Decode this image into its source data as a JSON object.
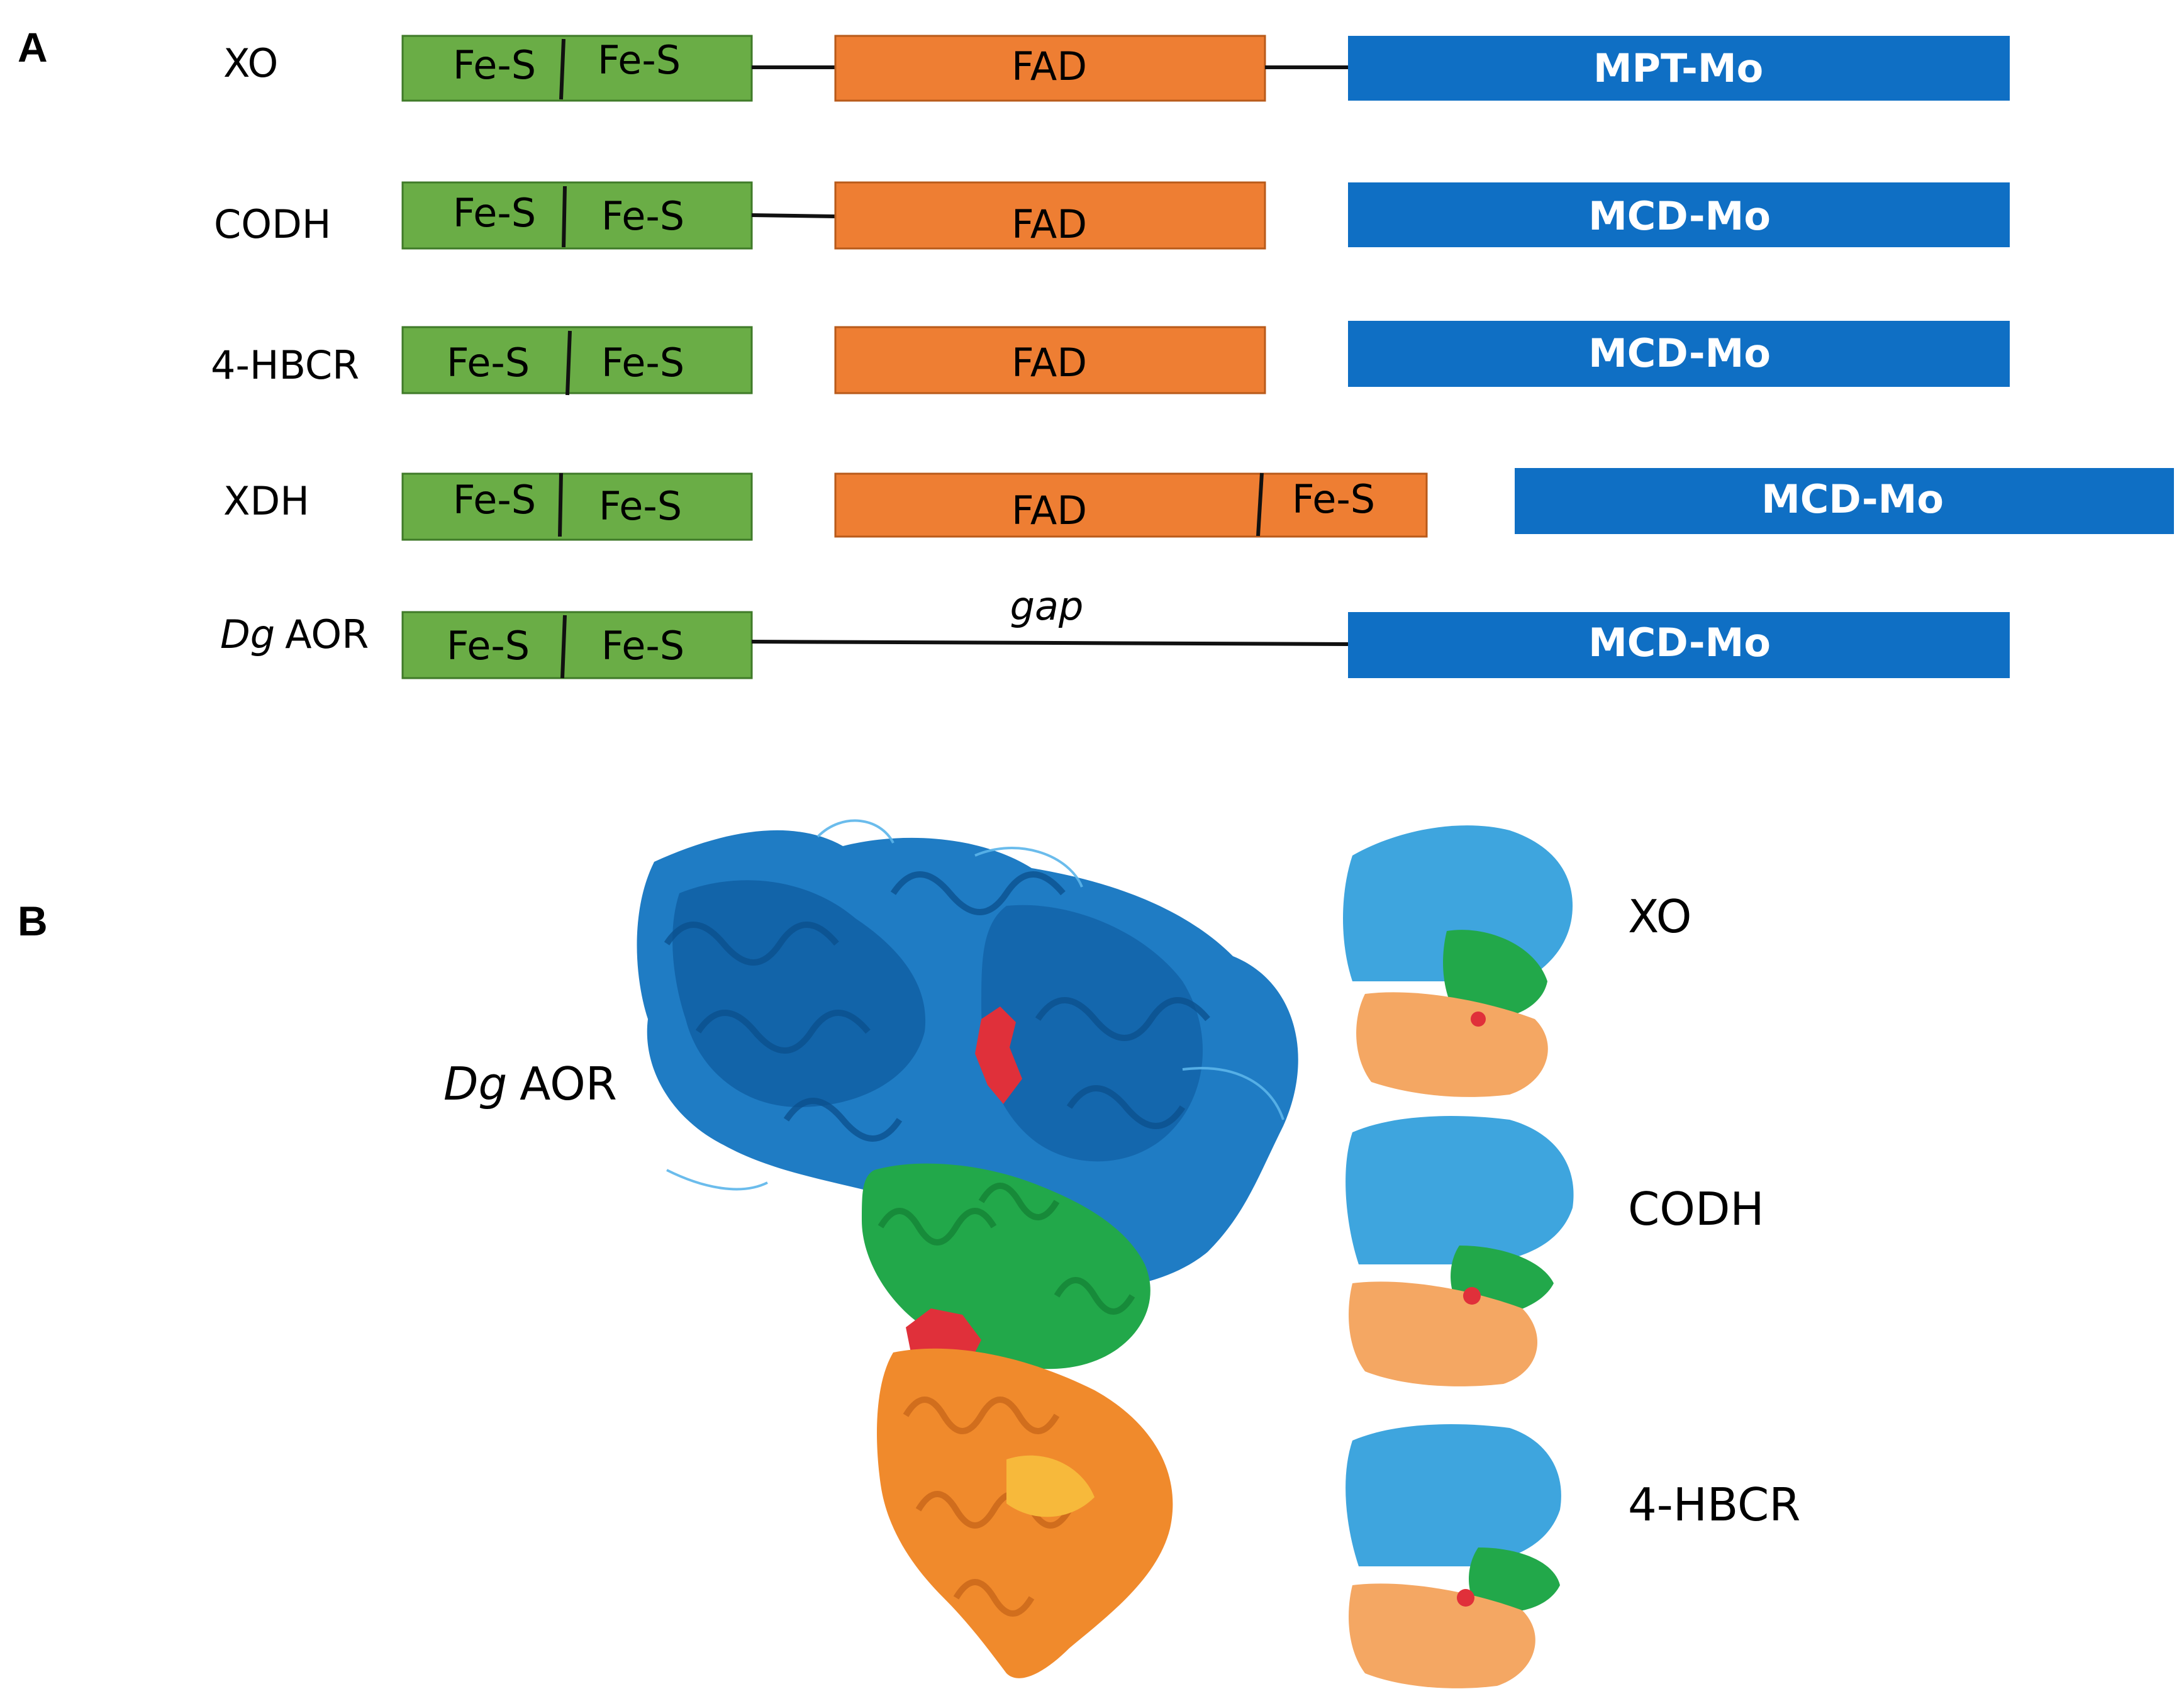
{
  "colors": {
    "fes": "#6aad46",
    "fes_border": "#3f7a28",
    "fad": "#ee7e33",
    "fad_border": "#b85a1a",
    "mo": "#0f6fc4",
    "mo_text": "#ffffff",
    "linker": "#111111",
    "struct_blue": "#1f7cc4",
    "struct_dark_blue": "#0d5a9e",
    "struct_green": "#22a84a",
    "struct_orange": "#f08a2c",
    "struct_red": "#e0303a",
    "struct_light_blue": "#3ea5de",
    "struct_light_orange": "#f4a763"
  },
  "panel_a": {
    "letter": "A",
    "rows": [
      {
        "label": "XO",
        "fes": [
          "Fe-S",
          "Fe-S"
        ],
        "fad": "FAD",
        "mo": "MPT-Mo"
      },
      {
        "label": "CODH",
        "fes": [
          "Fe-S",
          "Fe-S"
        ],
        "fad": "FAD",
        "mo": "MCD-Mo"
      },
      {
        "label": "4-HBCR",
        "fes": [
          "Fe-S",
          "Fe-S"
        ],
        "fad": "FAD",
        "mo": "MCD-Mo"
      },
      {
        "label": "XDH",
        "fes": [
          "Fe-S",
          "Fe-S"
        ],
        "fad": "FAD",
        "fad_extra": "Fe-S",
        "mo": "MCD-Mo"
      },
      {
        "label_italic": "Dg",
        "label": "AOR",
        "fes": [
          "Fe-S",
          "Fe-S"
        ],
        "gap_label": "gap",
        "mo": "MCD-Mo"
      }
    ]
  },
  "panel_b": {
    "letter": "B",
    "main_label_italic": "Dg",
    "main_label": "AOR",
    "small_labels": [
      "XO",
      "CODH",
      "4-HBCR"
    ]
  }
}
